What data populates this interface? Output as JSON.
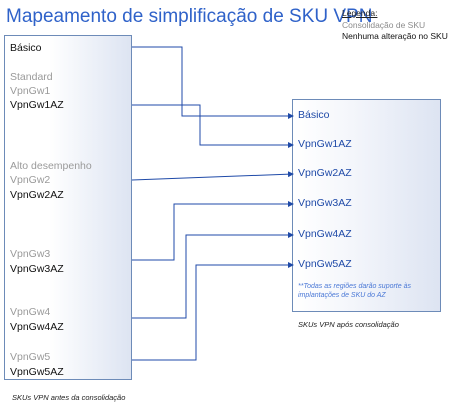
{
  "title": "Mapeamento de simplificação de SKU VPN",
  "legend": {
    "heading": "Legenda:",
    "grey_entry": "Consolidação de SKU",
    "dark_entry": "Nenhuma alteração no SKU"
  },
  "left": {
    "basic": "Básico",
    "standard_group": "Standard",
    "standard_sku": "VpnGw1",
    "standard_sku_az": "VpnGw1AZ",
    "high_perf_group": "Alto desempenho",
    "high_perf_sku": "VpnGw2",
    "high_perf_sku_az": "VpnGw2AZ",
    "gw3": "VpnGw3",
    "gw3az": "VpnGw3AZ",
    "gw4": "VpnGw4",
    "gw4az": "VpnGw4AZ",
    "gw5": "VpnGw5",
    "gw5az": "VpnGw5AZ",
    "caption": "SKUs VPN antes da consolidação"
  },
  "right": {
    "items": [
      "Básico",
      "VpnGw1AZ",
      "VpnGw2AZ",
      "VpnGw3AZ",
      "VpnGw4AZ",
      "VpnGw5AZ"
    ],
    "note": "**Todas as regiões darão suporte às implantações de SKU do AZ",
    "caption": "SKUs VPN após consolidação"
  },
  "colors": {
    "title": "#2f62c9",
    "arrow": "#1f4aa8",
    "consolidated_text": "#9a9a9a",
    "unchanged_text": "#111111"
  }
}
